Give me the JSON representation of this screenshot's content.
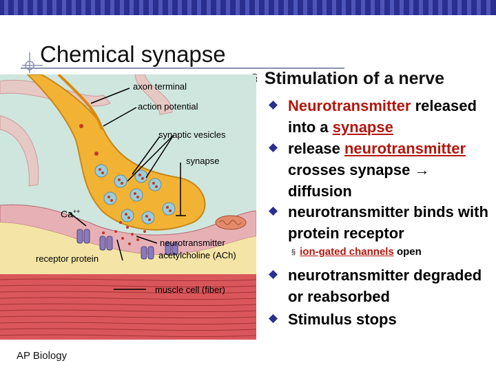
{
  "slide": {
    "title": "Chemical synapse",
    "subheading": "Stimulation of a nerve",
    "subheading_marker": "§",
    "footer": "AP Biology"
  },
  "illustration": {
    "labels": {
      "axon_terminal": "axon terminal",
      "action_potential": "action potential",
      "synaptic_vesicles": "synaptic vesicles",
      "synapse": "synapse",
      "calcium": "Ca",
      "calcium_sup": "++",
      "receptor_protein": "receptor protein",
      "neurotransmitter": "neurotransmitter",
      "acetylcholine": "acetylcholine (ACh)",
      "muscle_cell": "muscle cell (fiber)"
    }
  },
  "bullets": [
    {
      "parts": [
        "Neurotransmitter",
        " released into a ",
        "synapse"
      ]
    },
    {
      "parts": [
        "release ",
        "neurotransmitter",
        " crosses synapse ",
        "diffusion"
      ]
    },
    {
      "parts": [
        "neurotransmitter binds with protein receptor"
      ]
    },
    {
      "parts": [
        "neurotransmitter degraded or reabsorbed"
      ]
    },
    {
      "parts": [
        "Stimulus stops"
      ]
    }
  ],
  "sub_bullet": {
    "marker": "§",
    "link_text": "ion-gated channels",
    "rest": " open"
  },
  "colors": {
    "title_bar": "#2a2f8f",
    "bullet_diamond": "#2a2f8f",
    "highlight_text": "#b3160d",
    "axon_fill": "#f2b233",
    "muscle_fill": "#d9575a",
    "tissue_bg": "#cfe6de"
  }
}
